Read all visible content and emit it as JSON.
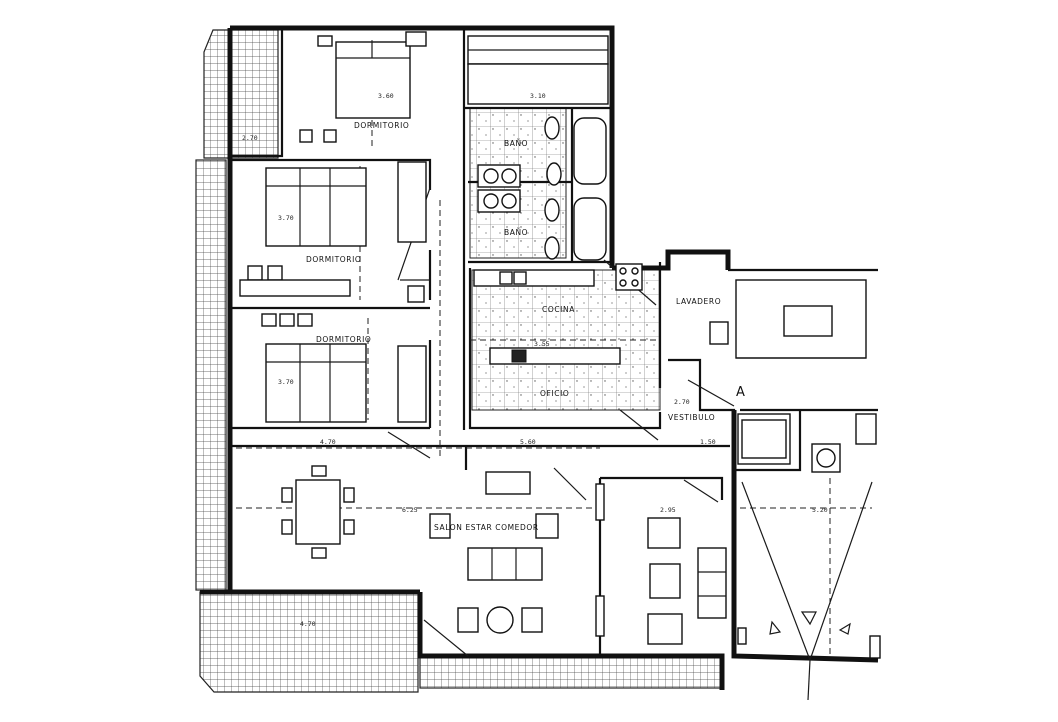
{
  "rooms": {
    "dormitorio_1": "DORMITORIO",
    "dormitorio_2": "DORMITORIO",
    "dormitorio_3": "DORMITORIO",
    "bano_1": "BAÑO",
    "bano_2": "BAÑO",
    "cocina": "COCINA",
    "oficio": "OFICIO",
    "lavadero": "LAVADERO",
    "vestibulo": "VESTIBULO",
    "salon": "SALON ESTAR COMEDOR"
  },
  "markers": {
    "section_a": "A"
  },
  "dimensions": {
    "d1": "3.60",
    "d2": "3.10",
    "d3": "2.70",
    "d4": "3.70",
    "d5": "3.70",
    "d6": "4.70",
    "d7": "5.60",
    "d8": "1.50",
    "d9": "6.25",
    "d10": "2.95",
    "d11": "4.70",
    "d12": "5.20",
    "d13": "2.70",
    "d14": "3.55"
  }
}
